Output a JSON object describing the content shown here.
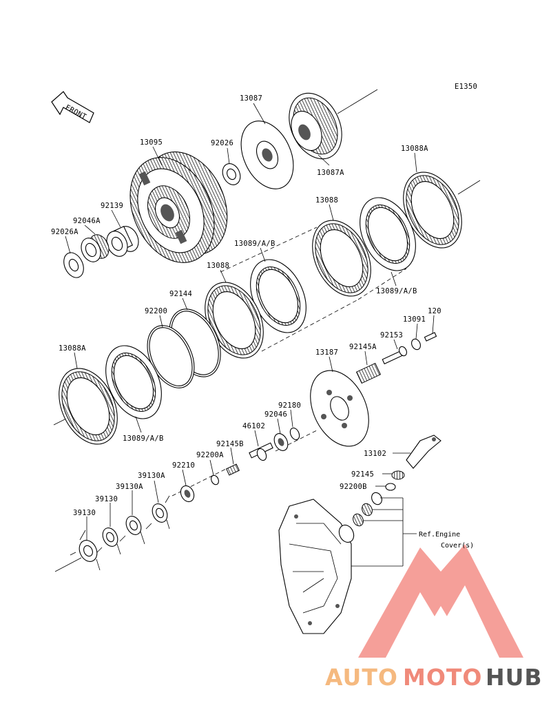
{
  "diagram_code": "E1350",
  "front_label": "FRONT",
  "labels": {
    "p13087": "13087",
    "p13087A": "13087A",
    "p13095": "13095",
    "p92026": "92026",
    "p13088A_top": "13088A",
    "p92139": "92139",
    "p92046A": "92046A",
    "p92026A": "92026A",
    "p13088_top": "13088",
    "p13089AB_mid": "13089/A/B",
    "p13088_mid": "13088",
    "p13089AB_right": "13089/A/B",
    "p92144": "92144",
    "p92200": "92200",
    "p13091": "13091",
    "p120": "120",
    "p92153": "92153",
    "p92145A": "92145A",
    "p13187": "13187",
    "p13088A_left": "13088A",
    "p13089AB_left": "13089/A/B",
    "p92180": "92180",
    "p92046": "92046",
    "p46102": "46102",
    "p13102": "13102",
    "p92145B": "92145B",
    "p92200A": "92200A",
    "p92210": "92210",
    "p39130A_1": "39130A",
    "p39130A_2": "39130A",
    "p39130_1": "39130",
    "p39130_2": "39130",
    "p92145": "92145",
    "p92200B": "92200B",
    "ref_line1": "Ref.Engine",
    "ref_line2": "Cover(s)"
  },
  "watermark": {
    "part1": "AUTO",
    "part2": "MOTO",
    "part3": "HUB",
    "color1": "#f5b97f",
    "color2": "#f08a7a",
    "color3": "#555555",
    "logo_color": "#f06a60"
  }
}
